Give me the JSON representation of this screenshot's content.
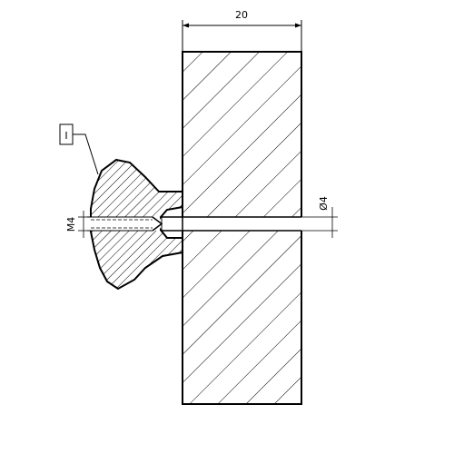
{
  "drawing": {
    "dimension_width": "20",
    "dimension_bore": "Ø4",
    "dimension_thread": "M4",
    "detail_label": "I",
    "colors": {
      "line": "#000000",
      "background": "#ffffff"
    }
  }
}
